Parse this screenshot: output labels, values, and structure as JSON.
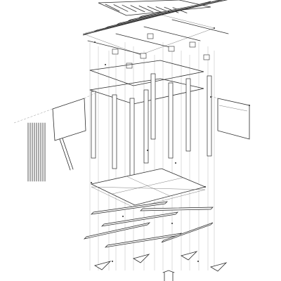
{
  "diagram": {
    "kind": "exploded-axonometric-structural-drawing",
    "palette": {
      "line": "#2b2b2b",
      "guide": "#8a8a8a",
      "background": "#ffffff"
    },
    "layers": [
      {
        "id": "roof-cap"
      },
      {
        "id": "roof-beam-grid"
      },
      {
        "id": "column-frame"
      },
      {
        "id": "left-facade-panel"
      },
      {
        "id": "right-facade-panel"
      },
      {
        "id": "floor-slab"
      },
      {
        "id": "foundation-beams"
      },
      {
        "id": "footings"
      }
    ]
  }
}
